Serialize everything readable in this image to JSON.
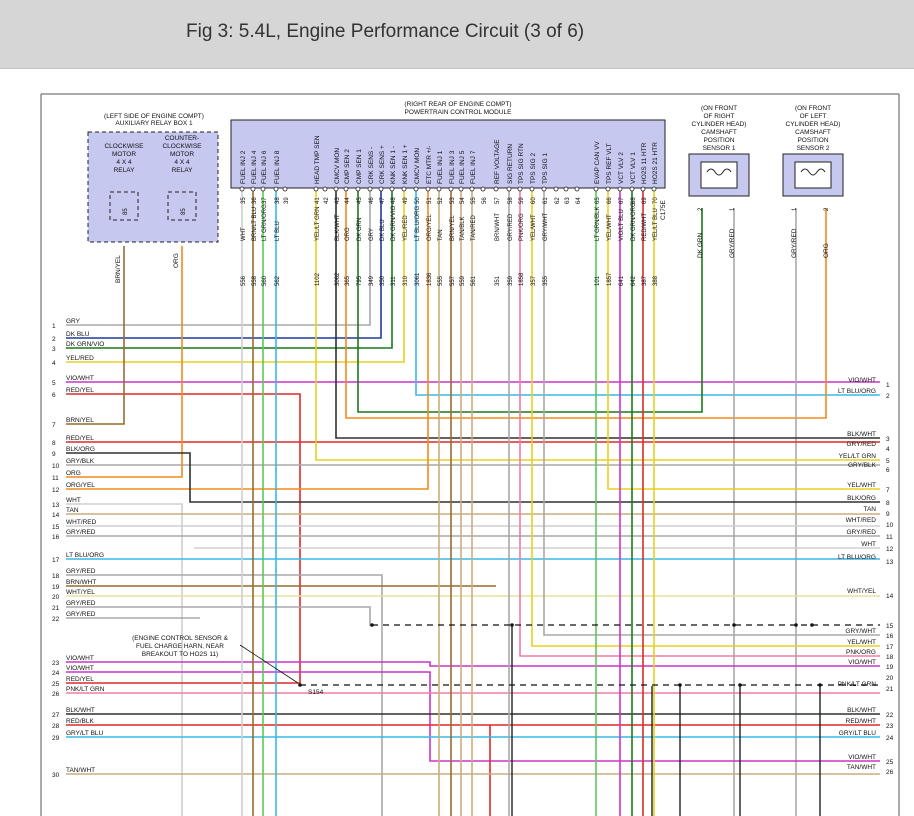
{
  "title": "Fig 3: 5.4L, Engine Performance Circuit (3 of 6)",
  "boxes": {
    "relay_box": {
      "heading": [
        "(LEFT SIDE OF ENGINE COMPT)",
        "AUXILIARY RELAY BOX 1"
      ],
      "relay1": [
        "CLOCKWISE",
        "MOTOR",
        "4 X 4",
        "RELAY"
      ],
      "relay2": [
        "COUNTER-",
        "CLOCKWISE",
        "MOTOR",
        "4 X 4",
        "RELAY"
      ],
      "pin1": "85",
      "pin2": "85",
      "wire1": "BRN/YEL",
      "wire2": "ORG"
    },
    "pcm": {
      "heading": [
        "(RIGHT REAR OF ENGINE COMPT)",
        "POWERTRAIN CONTROL MODULE"
      ],
      "connector": "C175E"
    },
    "cmp1": {
      "heading": [
        "(ON FRONT",
        "OF RIGHT",
        "CYLINDER HEAD)",
        "CAMSHAFT",
        "POSITION",
        "SENSOR 1"
      ],
      "pins": [
        "2",
        "1"
      ],
      "wires": [
        "DK GRN",
        "GRY/RED"
      ]
    },
    "cmp2": {
      "heading": [
        "(ON FRONT",
        "OF LEFT",
        "CYLINDER HEAD)",
        "CAMSHAFT",
        "POSITION",
        "SENSOR 2"
      ],
      "pins": [
        "1",
        "2"
      ],
      "wires": [
        "GRY/RED",
        "ORG"
      ]
    }
  },
  "pcm_pins": [
    {
      "label": "FUEL INJ 2",
      "pin": "35",
      "circuit": "556",
      "color": "WHT"
    },
    {
      "label": "FUEL INJ 4",
      "pin": "36",
      "circuit": "558",
      "color": "BRN/LT BLU"
    },
    {
      "label": "FUEL INJ 6",
      "pin": "37",
      "circuit": "560",
      "color": "LT GRN/ORG"
    },
    {
      "label": "FUEL INJ 8",
      "pin": "38",
      "circuit": "562",
      "color": "LT BLU"
    },
    {
      "label": "",
      "pin": "39",
      "circuit": "",
      "color": ""
    },
    {
      "label": "HEAD TMP SEN",
      "pin": "41",
      "circuit": "1102",
      "color": "YEL/LT GRN"
    },
    {
      "label": "",
      "pin": "42",
      "circuit": "",
      "color": ""
    },
    {
      "label": "CMCV MON",
      "pin": "43",
      "circuit": "3062",
      "color": "BLK/WHT"
    },
    {
      "label": "CMP SEN 2",
      "pin": "44",
      "circuit": "365",
      "color": "ORG"
    },
    {
      "label": "CMP SEN 1",
      "pin": "45",
      "circuit": "795",
      "color": "DK GRN"
    },
    {
      "label": "CRK SENS -",
      "pin": "46",
      "circuit": "349",
      "color": "GRY"
    },
    {
      "label": "CRK SENS +",
      "pin": "47",
      "circuit": "350",
      "color": "DK BLU"
    },
    {
      "label": "KNK SEN 1 -",
      "pin": "48",
      "circuit": "311",
      "color": "DK GRN/VIO"
    },
    {
      "label": "KNK SEN 1 +",
      "pin": "49",
      "circuit": "310",
      "color": "YEL/RED"
    },
    {
      "label": "CMCV MON",
      "pin": "50",
      "circuit": "3061",
      "color": "LT BLU/ORG"
    },
    {
      "label": "ETC MTR +/-",
      "pin": "51",
      "circuit": "1836",
      "color": "ORG/YEL"
    },
    {
      "label": "FUEL INJ 1",
      "pin": "52",
      "circuit": "555",
      "color": "TAN"
    },
    {
      "label": "FUEL INJ 3",
      "pin": "53",
      "circuit": "557",
      "color": "BRN/YEL"
    },
    {
      "label": "FUEL INJ 5",
      "pin": "54",
      "circuit": "559",
      "color": "TAN/BLK"
    },
    {
      "label": "FUEL INJ 7",
      "pin": "55",
      "circuit": "561",
      "color": "TAN/RED"
    },
    {
      "label": "",
      "pin": "56",
      "circuit": "",
      "color": ""
    },
    {
      "label": "REF VOLTAGE",
      "pin": "57",
      "circuit": "351",
      "color": "BRN/WHT"
    },
    {
      "label": "SIG RETURN",
      "pin": "58",
      "circuit": "359",
      "color": "GRY/RED"
    },
    {
      "label": "TPS SIG RTN",
      "pin": "59",
      "circuit": "1858",
      "color": "PNK/ORG"
    },
    {
      "label": "TPS SIG 2",
      "pin": "60",
      "circuit": "357",
      "color": "YEL/WHT"
    },
    {
      "label": "TPS SIG 1",
      "pin": "61",
      "circuit": "355",
      "color": "GRY/WHT"
    },
    {
      "label": "",
      "pin": "62",
      "circuit": "",
      "color": ""
    },
    {
      "label": "",
      "pin": "63",
      "circuit": "",
      "color": ""
    },
    {
      "label": "",
      "pin": "64",
      "circuit": "",
      "color": ""
    },
    {
      "label": "EVAP CAN VV",
      "pin": "65",
      "circuit": "101",
      "color": "LT GRN/BLK"
    },
    {
      "label": "TPS REF VLT",
      "pin": "66",
      "circuit": "1857",
      "color": "YEL/WHT"
    },
    {
      "label": "VCT VLV 2",
      "pin": "67",
      "circuit": "641",
      "color": "VIO/LT BLU"
    },
    {
      "label": "VCT VLV 1",
      "pin": "68",
      "circuit": "642",
      "color": "DK GRN/ORG"
    },
    {
      "label": "HO2S 11 HTR",
      "pin": "69",
      "circuit": "387",
      "color": "RED/WHT"
    },
    {
      "label": "HO2S 21 HTR",
      "pin": "70",
      "circuit": "388",
      "color": "YEL/LT BLU"
    }
  ],
  "left_rows": [
    {
      "num": "1",
      "label": "GRY"
    },
    {
      "num": "2",
      "label": "DK BLU"
    },
    {
      "num": "3",
      "label": "DK GRN/VIO"
    },
    {
      "num": "4",
      "label": "YEL/RED"
    },
    {
      "num": "5",
      "label": "VIO/WHT"
    },
    {
      "num": "6",
      "label": "RED/YEL"
    },
    {
      "num": "7",
      "label": "BRN/YEL"
    },
    {
      "num": "8",
      "label": "RED/YEL"
    },
    {
      "num": "9",
      "label": "BLK/ORG"
    },
    {
      "num": "10",
      "label": "GRY/BLK"
    },
    {
      "num": "11",
      "label": "ORG"
    },
    {
      "num": "12",
      "label": "ORG/YEL"
    },
    {
      "num": "13",
      "label": "WHT"
    },
    {
      "num": "14",
      "label": "TAN"
    },
    {
      "num": "15",
      "label": "WHT/RED"
    },
    {
      "num": "16",
      "label": "GRY/RED"
    },
    {
      "num": "17",
      "label": "LT BLU/ORG"
    },
    {
      "num": "18",
      "label": "GRY/RED"
    },
    {
      "num": "19",
      "label": "BRN/WHT"
    },
    {
      "num": "20",
      "label": "WHT/YEL"
    },
    {
      "num": "21",
      "label": "GRY/RED"
    },
    {
      "num": "22",
      "label": "GRY/RED"
    },
    {
      "num": "23",
      "label": "VIO/WHT"
    },
    {
      "num": "24",
      "label": "VIO/WHT"
    },
    {
      "num": "25",
      "label": "RED/YEL"
    },
    {
      "num": "26",
      "label": "PNK/LT GRN"
    },
    {
      "num": "27",
      "label": "BLK/WHT"
    },
    {
      "num": "28",
      "label": "RED/BLK"
    },
    {
      "num": "29",
      "label": "GRY/LT BLU"
    },
    {
      "num": "30",
      "label": "TAN/WHT"
    }
  ],
  "right_rows": [
    {
      "num": "1",
      "label": "VIO/WHT"
    },
    {
      "num": "2",
      "label": "LT BLU/ORG"
    },
    {
      "num": "3",
      "label": "BLK/WHT"
    },
    {
      "num": "4",
      "label": "GRY/RED"
    },
    {
      "num": "5",
      "label": "YEL/LT GRN"
    },
    {
      "num": "6",
      "label": "GRY/BLK"
    },
    {
      "num": "7",
      "label": "YEL/WHT"
    },
    {
      "num": "8",
      "label": "BLK/ORG"
    },
    {
      "num": "9",
      "label": "TAN"
    },
    {
      "num": "10",
      "label": "WHT/RED"
    },
    {
      "num": "11",
      "label": "GRY/RED"
    },
    {
      "num": "12",
      "label": "WHT"
    },
    {
      "num": "13",
      "label": "LT BLU/ORG"
    },
    {
      "num": "14",
      "label": "WHT/YEL"
    },
    {
      "num": "15",
      "label": ""
    },
    {
      "num": "16",
      "label": "GRY/WHT"
    },
    {
      "num": "17",
      "label": "YEL/WHT"
    },
    {
      "num": "18",
      "label": "PNK/ORG"
    },
    {
      "num": "19",
      "label": "VIO/WHT"
    },
    {
      "num": "20",
      "label": ""
    },
    {
      "num": "21",
      "label": "PNK/LT GRN"
    },
    {
      "num": "22",
      "label": "BLK/WHT"
    },
    {
      "num": "23",
      "label": "RED/WHT"
    },
    {
      "num": "24",
      "label": "GRY/LT BLU"
    },
    {
      "num": "25",
      "label": "VIO/WHT"
    },
    {
      "num": "26",
      "label": "TAN/WHT"
    }
  ],
  "splice_note": [
    "(ENGINE CONTROL SENSOR &",
    "FUEL CHARGE HARN, NEAR",
    "BREAKOUT TO HO2S 11)"
  ],
  "splice_label": "S154",
  "colors": {
    "GRY": "#a8a8a8",
    "DK BLU": "#1f3a9e",
    "DK GRN": "#1a7a1a",
    "YEL": "#e8d020",
    "VIO": "#cc33cc",
    "RED": "#e02828",
    "ORG": "#f08c1e",
    "BRN": "#9a6a2c",
    "BLK": "#303030",
    "WHT": "#cfcfcf",
    "TAN": "#c8ad7f",
    "LT BLU": "#38b8e8",
    "LT GRN": "#5ac85a",
    "PNK": "#f07aa8"
  }
}
